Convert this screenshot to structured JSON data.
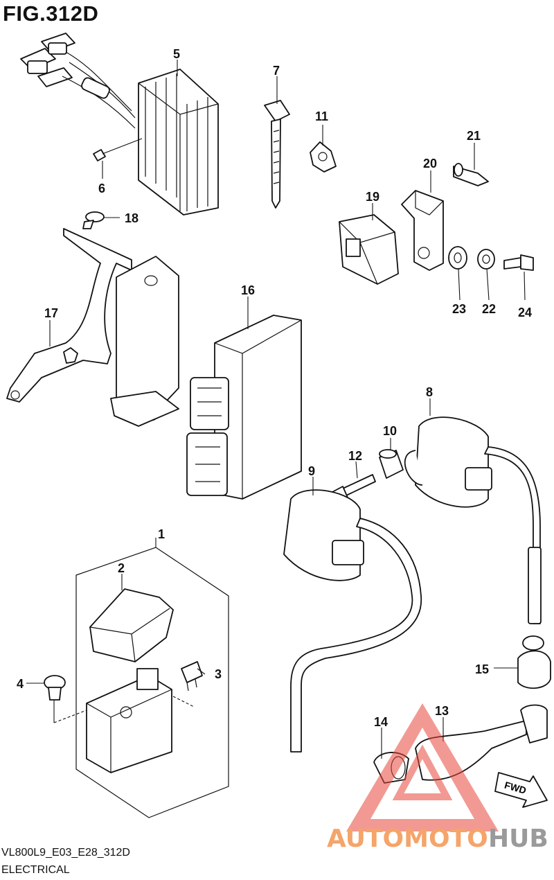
{
  "header": {
    "title": "FIG.312D"
  },
  "footer": {
    "code": "VL800L9_E03_E28_312D",
    "group": "ELECTRICAL"
  },
  "callouts": [
    "1",
    "2",
    "3",
    "4",
    "5",
    "6",
    "7",
    "8",
    "9",
    "10",
    "11",
    "12",
    "13",
    "14",
    "15",
    "16",
    "17",
    "18",
    "19",
    "20",
    "21",
    "22",
    "23",
    "24"
  ],
  "fwd_label": "FWD",
  "watermark": {
    "text_part1": "AUTOMOTO",
    "text_part2": "HUB",
    "color_1": "#f5a46a",
    "color_2": "#9a9a9a",
    "triangle_color": "#e8463a"
  }
}
